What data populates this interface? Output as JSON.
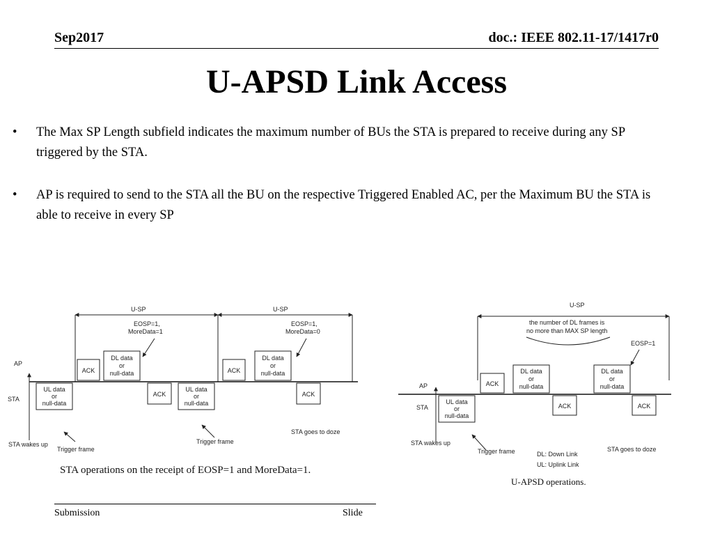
{
  "header": {
    "date": "Sep2017",
    "doc_id": "doc.: IEEE 802.11-17/1417r0"
  },
  "title": "U-APSD Link Access",
  "bullets": [
    {
      "marker": "•",
      "text": "The Max SP Length subfield indicates the maximum number of BUs the STA is prepared to receive during any SP triggered by the STA."
    },
    {
      "marker": "•",
      "text": "AP is required to send to the STA all the BU on the respective Triggered Enabled AC, per the Maximum BU the STA is able to receive in every SP"
    }
  ],
  "diagram_left": {
    "usp": "U-SP",
    "eosp1_line1": "EOSP=1,",
    "eosp1_line2": "MoreData=1",
    "eosp2_line1": "EOSP=1,",
    "eosp2_line2": "MoreData=0",
    "ap": "AP",
    "sta": "STA",
    "ack": "ACK",
    "dl_line1": "DL data",
    "dl_line2": "or",
    "dl_line3": "null-data",
    "ul_line1": "UL data",
    "ul_line2": "or",
    "ul_line3": "null-data",
    "sta_wakes_up": "STA wakes up",
    "trigger_frame": "Trigger frame",
    "sta_goes_to_doze": "STA goes to doze",
    "caption": "STA operations on the receipt of EOSP=1 and MoreData=1."
  },
  "diagram_right": {
    "usp": "U-SP",
    "note_line1": "the number of DL frames is",
    "note_line2": "no more than MAX SP length",
    "eosp": "EOSP=1",
    "ap": "AP",
    "sta": "STA",
    "ack": "ACK",
    "dl_line1": "DL data",
    "dl_line2": "or",
    "dl_line3": "null-data",
    "ul_line1": "UL data",
    "ul_line2": "or",
    "ul_line3": "null-data",
    "sta_wakes_up": "STA wakes up",
    "trigger_frame": "Trigger frame",
    "legend_dl": "DL: Down Link",
    "legend_ul": "UL: Uplink Link",
    "sta_goes_to_doze": "STA goes to doze",
    "caption": "U-APSD operations."
  },
  "footer": {
    "left": "Submission",
    "center": "Slide",
    "right": ""
  }
}
